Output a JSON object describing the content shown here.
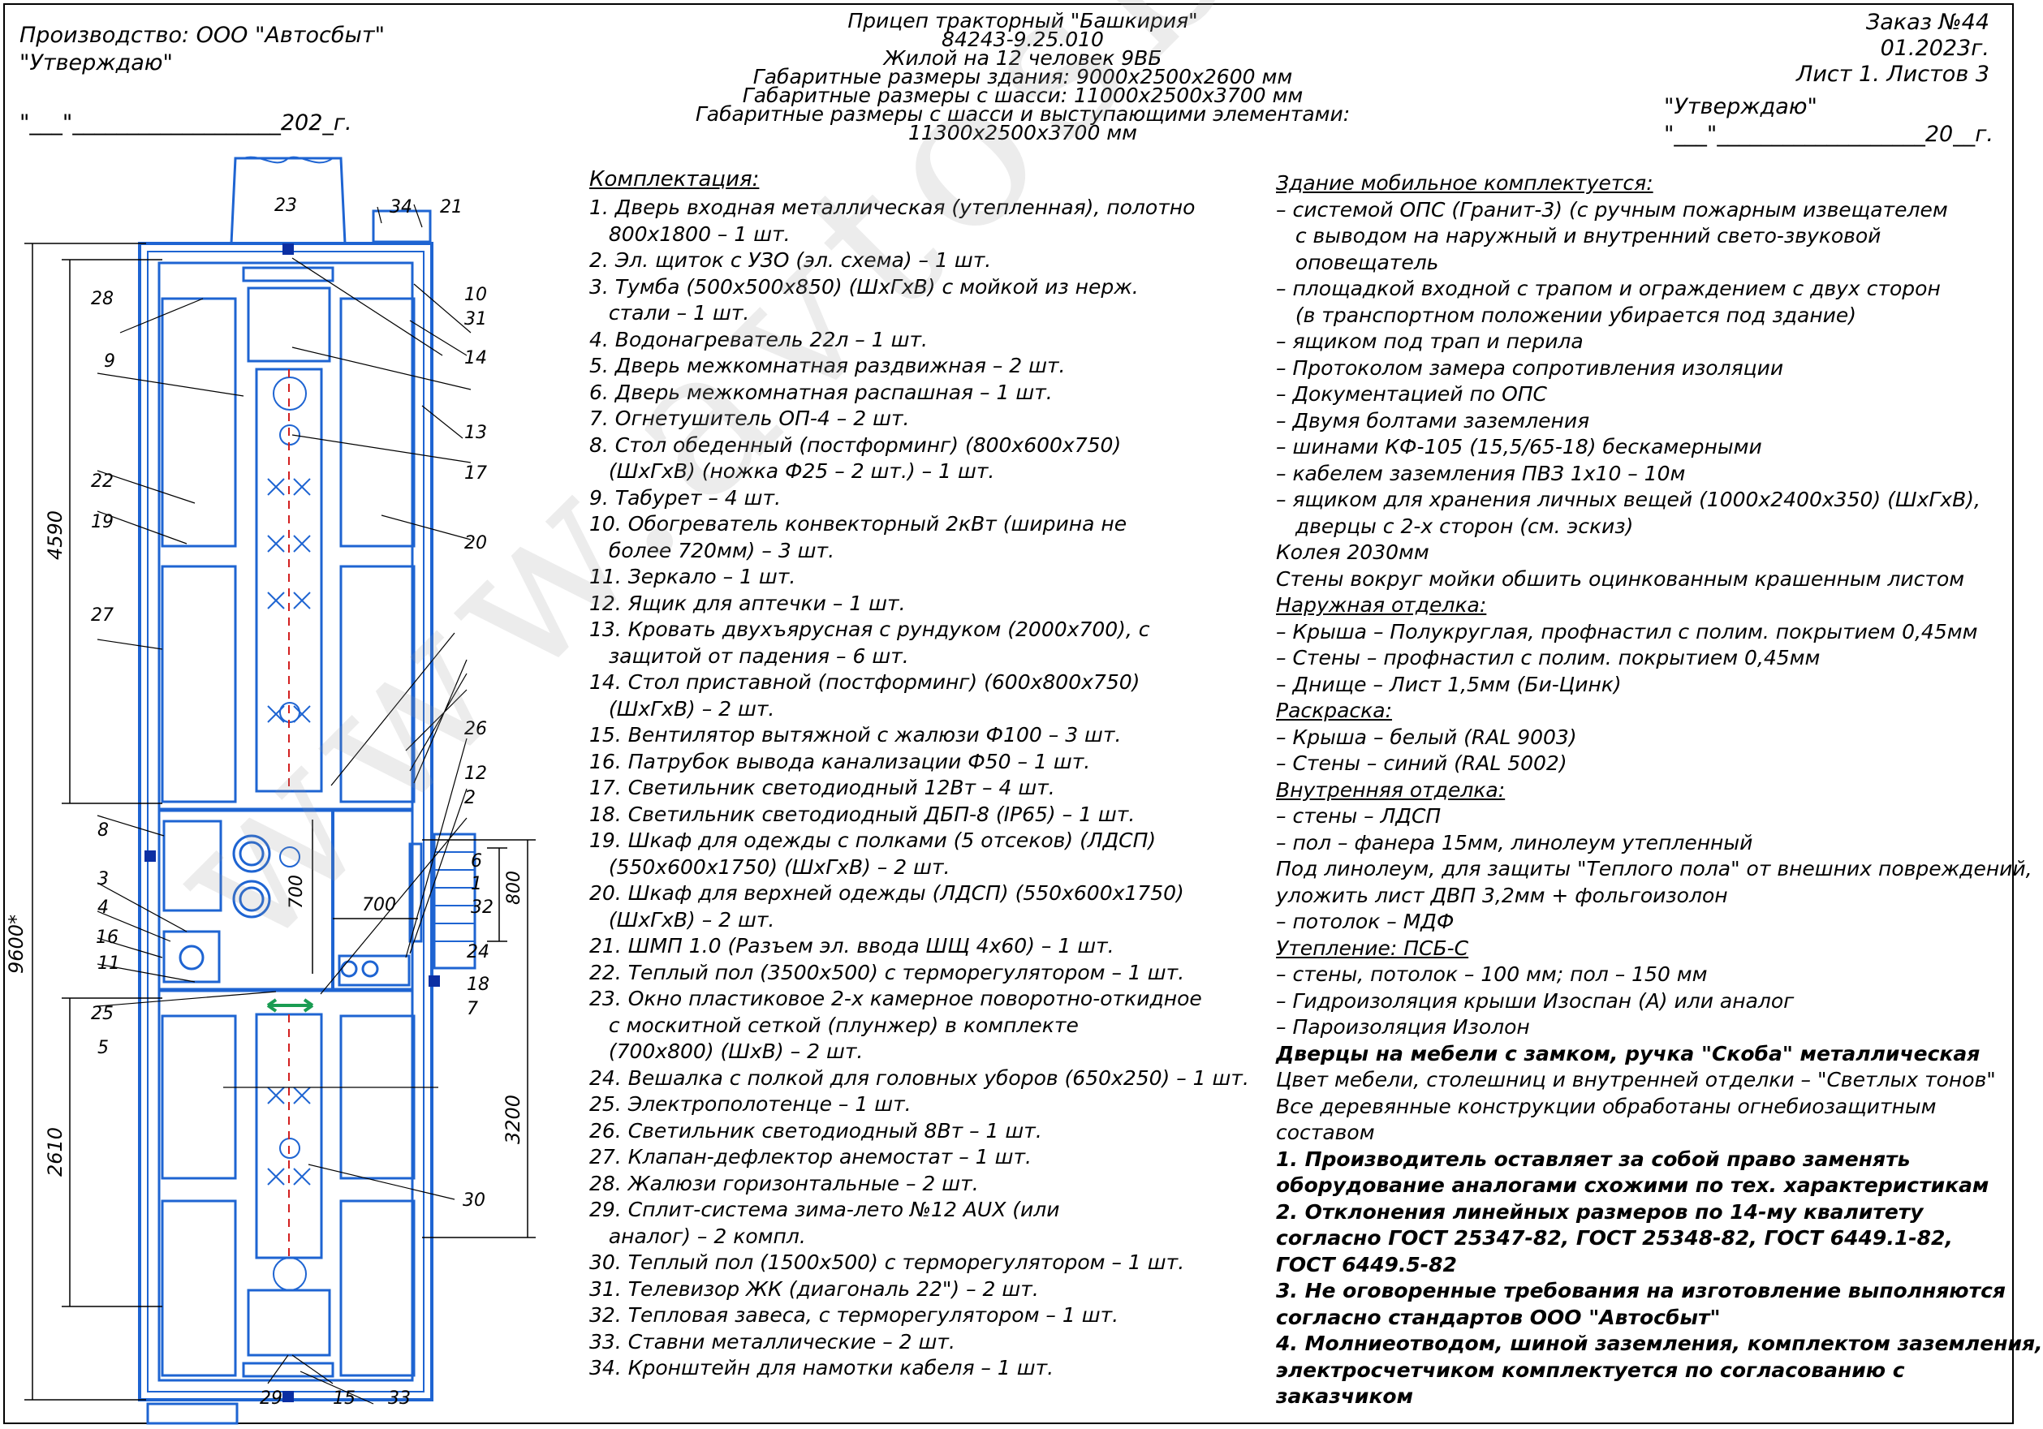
{
  "header_left": {
    "line1": "Производство: ООО \"Автосбыт\"",
    "line2": "\"Утверждаю\"",
    "line3": "\"___\"___________________202_г."
  },
  "header_center": [
    "Прицеп тракторный \"Башкирия\"",
    "84243-9.25.010",
    "Жилой на 12 человек 9ВБ",
    "Габаритные размеры здания: 9000x2500x2600 мм",
    "Габаритные размеры с шасси: 11000x2500x3700 мм",
    "Габаритные размеры с шасси и выступающими элементами: 11300x2500x3700 мм"
  ],
  "header_right": {
    "order": "Заказ №44",
    "date": "01.2023г.",
    "sheet": "Лист 1. Листов 3",
    "approve": "\"Утверждаю\"",
    "sign": "\"___\"___________________20__г."
  },
  "komplekt_title": "Комплектация:",
  "komplekt": [
    "1. Дверь входная металлическая (утепленная), полотно",
    "   800x1800 – 1 шт.",
    "2. Эл. щиток с УЗО (эл. схема) – 1 шт.",
    "3. Тумба (500x500x850) (ШxГxВ) с мойкой из нерж.",
    "   стали – 1 шт.",
    "4. Водонагреватель 22л – 1 шт.",
    "5. Дверь межкомнатная раздвижная – 2 шт.",
    "6. Дверь межкомнатная распашная – 1 шт.",
    "7. Огнетушитель ОП-4 – 2 шт.",
    "8. Стол обеденный (постформинг) (800x600x750)",
    "   (ШxГxВ) (ножка Ф25 – 2 шт.) – 1 шт.",
    "9. Табурет – 4 шт.",
    "10. Обогреватель конвекторный 2кВт (ширина не",
    "   более 720мм) – 3 шт.",
    "11. Зеркало – 1 шт.",
    "12. Ящик для аптечки – 1 шт.",
    "13. Кровать двухъярусная с рундуком (2000x700), с",
    "   защитой от падения – 6 шт.",
    "14. Стол приставной (постформинг) (600x800x750)",
    "   (ШxГxВ) – 2 шт.",
    "15. Вентилятор вытяжной с жалюзи Ф100 – 3 шт.",
    "16. Патрубок вывода канализации Ф50 – 1 шт.",
    "17. Светильник светодиодный 12Вт – 4 шт.",
    "18. Светильник светодиодный ДБП-8 (IP65) – 1 шт.",
    "19. Шкаф для одежды с полками (5 отсеков) (ЛДСП)",
    "   (550x600x1750) (ШxГxВ) – 2 шт.",
    "20. Шкаф для верхней одежды (ЛДСП) (550x600x1750)",
    "   (ШxГxВ) – 2 шт.",
    "21. ШМП 1.0 (Разъем эл. ввода ШЩ 4x60) – 1 шт.",
    "22. Теплый пол (3500x500) с терморегулятором – 1 шт.",
    "23. Окно пластиковое 2-х камерное поворотно-откидное",
    "   с москитной сеткой (плунжер) в комплекте",
    "   (700x800) (ШxВ) – 2 шт.",
    "24. Вешалка с полкой для головных уборов (650x250) – 1 шт.",
    "25. Электрополотенце – 1 шт.",
    "26. Светильник светодиодный 8Вт – 1 шт.",
    "27. Клапан-дефлектор анемостат – 1 шт.",
    "28. Жалюзи горизонтальные – 2 шт.",
    "29. Сплит-система зима-лето №12 AUX (или",
    "   аналог) – 2 компл.",
    "30. Теплый пол (1500x500) с терморегулятором – 1 шт.",
    "31. Телевизор ЖК (диагональ 22\") – 2 шт.",
    "32. Тепловая завеса, с терморегулятором – 1 шт.",
    "33. Ставни металлические – 2 шт.",
    "34. Кронштейн для намотки кабеля – 1 шт."
  ],
  "right_col": [
    {
      "text": "Здание мобильное комплектуется:",
      "style": "ul"
    },
    {
      "text": "– системой ОПС (Гранит-3) (с ручным пожарным извещателем",
      "style": ""
    },
    {
      "text": "   с выводом на наружный и внутренний свето-звуковой",
      "style": ""
    },
    {
      "text": "   оповещатель",
      "style": ""
    },
    {
      "text": "– площадкой входной с трапом и ограждением с двух сторон",
      "style": ""
    },
    {
      "text": "   (в транспортном положении убирается под здание)",
      "style": ""
    },
    {
      "text": "– ящиком под трап и перила",
      "style": ""
    },
    {
      "text": "– Протоколом замера сопротивления изоляции",
      "style": ""
    },
    {
      "text": "– Документацией по ОПС",
      "style": ""
    },
    {
      "text": "– Двумя болтами заземления",
      "style": ""
    },
    {
      "text": "– шинами КФ-105 (15,5/65-18) бескамерными",
      "style": ""
    },
    {
      "text": "– кабелем заземления ПВЗ 1x10 – 10м",
      "style": ""
    },
    {
      "text": "– ящиком для хранения личных вещей (1000x2400x350) (ШxГxВ),",
      "style": ""
    },
    {
      "text": "   дверцы с 2-х сторон (см. эскиз)",
      "style": ""
    },
    {
      "text": "Колея 2030мм",
      "style": ""
    },
    {
      "text": "Стены вокруг мойки обшить оцинкованным крашенным листом",
      "style": ""
    },
    {
      "text": "Наружная отделка:",
      "style": "ul"
    },
    {
      "text": "– Крыша – Полукруглая, профнастил с полим. покрытием 0,45мм",
      "style": ""
    },
    {
      "text": "– Стены – профнастил с полим. покрытием 0,45мм",
      "style": ""
    },
    {
      "text": "– Днище – Лист 1,5мм (Би-Цинк)",
      "style": ""
    },
    {
      "text": "Раскраска:",
      "style": "ul"
    },
    {
      "text": "– Крыша – белый (RAL 9003)",
      "style": ""
    },
    {
      "text": "– Стены – синий (RAL 5002)",
      "style": ""
    },
    {
      "text": "Внутренняя отделка:",
      "style": "ul"
    },
    {
      "text": "– стены – ЛДСП",
      "style": ""
    },
    {
      "text": "– пол – фанера 15мм, линолеум утепленный",
      "style": ""
    },
    {
      "text": "Под линолеум, для защиты \"Теплого пола\" от внешних повреждений,",
      "style": ""
    },
    {
      "text": "уложить лист ДВП 3,2мм + фольгоизолон",
      "style": ""
    },
    {
      "text": "– потолок – МДФ",
      "style": ""
    },
    {
      "text": "Утепление: ПСБ-С",
      "style": "ul"
    },
    {
      "text": "– стены, потолок – 100 мм; пол – 150 мм",
      "style": ""
    },
    {
      "text": "– Гидроизоляция крыши Изоспан (А) или аналог",
      "style": ""
    },
    {
      "text": "– Пароизоляция Изолон",
      "style": ""
    },
    {
      "text": "Дверцы на мебели с замком, ручка \"Скоба\" металлическая",
      "style": "b"
    },
    {
      "text": "Цвет мебели, столешниц и внутренней отделки – \"Светлых тонов\"",
      "style": ""
    },
    {
      "text": "Все деревянные конструкции обработаны огнебиозащитным",
      "style": ""
    },
    {
      "text": "составом",
      "style": ""
    },
    {
      "text": "1. Производитель оставляет за собой право заменять",
      "style": "b"
    },
    {
      "text": "оборудование аналогами схожими по тех. характеристикам",
      "style": "b"
    },
    {
      "text": "2. Отклонения линейных размеров по 14-му квалитету",
      "style": "b"
    },
    {
      "text": "согласно ГОСТ 25347-82, ГОСТ 25348-82, ГОСТ 6449.1-82,",
      "style": "b"
    },
    {
      "text": "ГОСТ 6449.5-82",
      "style": "b"
    },
    {
      "text": "3. Не оговоренные требования на изготовление выполняются",
      "style": "b"
    },
    {
      "text": "согласно стандартов ООО \"Автосбыт\"",
      "style": "b"
    },
    {
      "text": "4. Молниеотводом, шиной заземления, комплектом заземления,",
      "style": "b"
    },
    {
      "text": "электросчетчиком комплектуется по согласованию с",
      "style": "b"
    },
    {
      "text": "заказчиком",
      "style": "b"
    }
  ],
  "dimensions": {
    "d9600": "9600*",
    "d4590": "4590",
    "d2610": "2610",
    "d3200": "3200",
    "d700a": "700",
    "d700b": "700",
    "d800": "800"
  },
  "callouts": [
    "1",
    "2",
    "3",
    "4",
    "5",
    "6",
    "7",
    "8",
    "9",
    "10",
    "11",
    "12",
    "13",
    "14",
    "15",
    "16",
    "17",
    "18",
    "19",
    "20",
    "21",
    "22",
    "23",
    "24",
    "25",
    "26",
    "27",
    "28",
    "29",
    "30",
    "31",
    "32",
    "33",
    "34"
  ],
  "watermark": "www.avtosbyt.ru",
  "colors": {
    "plan": "#1e64d2",
    "accent": "#0b2fa3",
    "green": "#1a9c52",
    "red": "#d22020"
  }
}
